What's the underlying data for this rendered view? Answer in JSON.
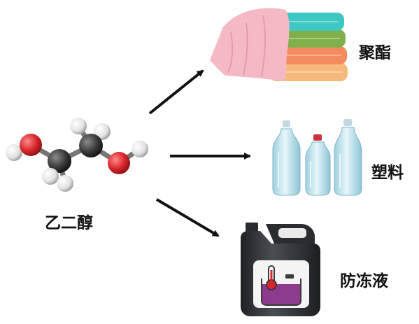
{
  "source": {
    "label": "乙二醇",
    "molecule_icon": "ethylene-glycol-molecule-icon"
  },
  "products": [
    {
      "label": "聚酯",
      "icon": "folded-textiles-icon"
    },
    {
      "label": "塑料",
      "icon": "plastic-bottles-icon"
    },
    {
      "label": "防冻液",
      "icon": "antifreeze-jug-icon"
    }
  ],
  "colors": {
    "arrow": "#111111",
    "oxygen": "#d8242a",
    "carbon": "#3a3a3a",
    "hydrogen": "#e6e6e6",
    "cloth_pink": "#f4b6c2",
    "bottle_blue": "#bfe3ee",
    "jug_body": "#2f3236",
    "fluid_purple": "#8e3a8e"
  }
}
